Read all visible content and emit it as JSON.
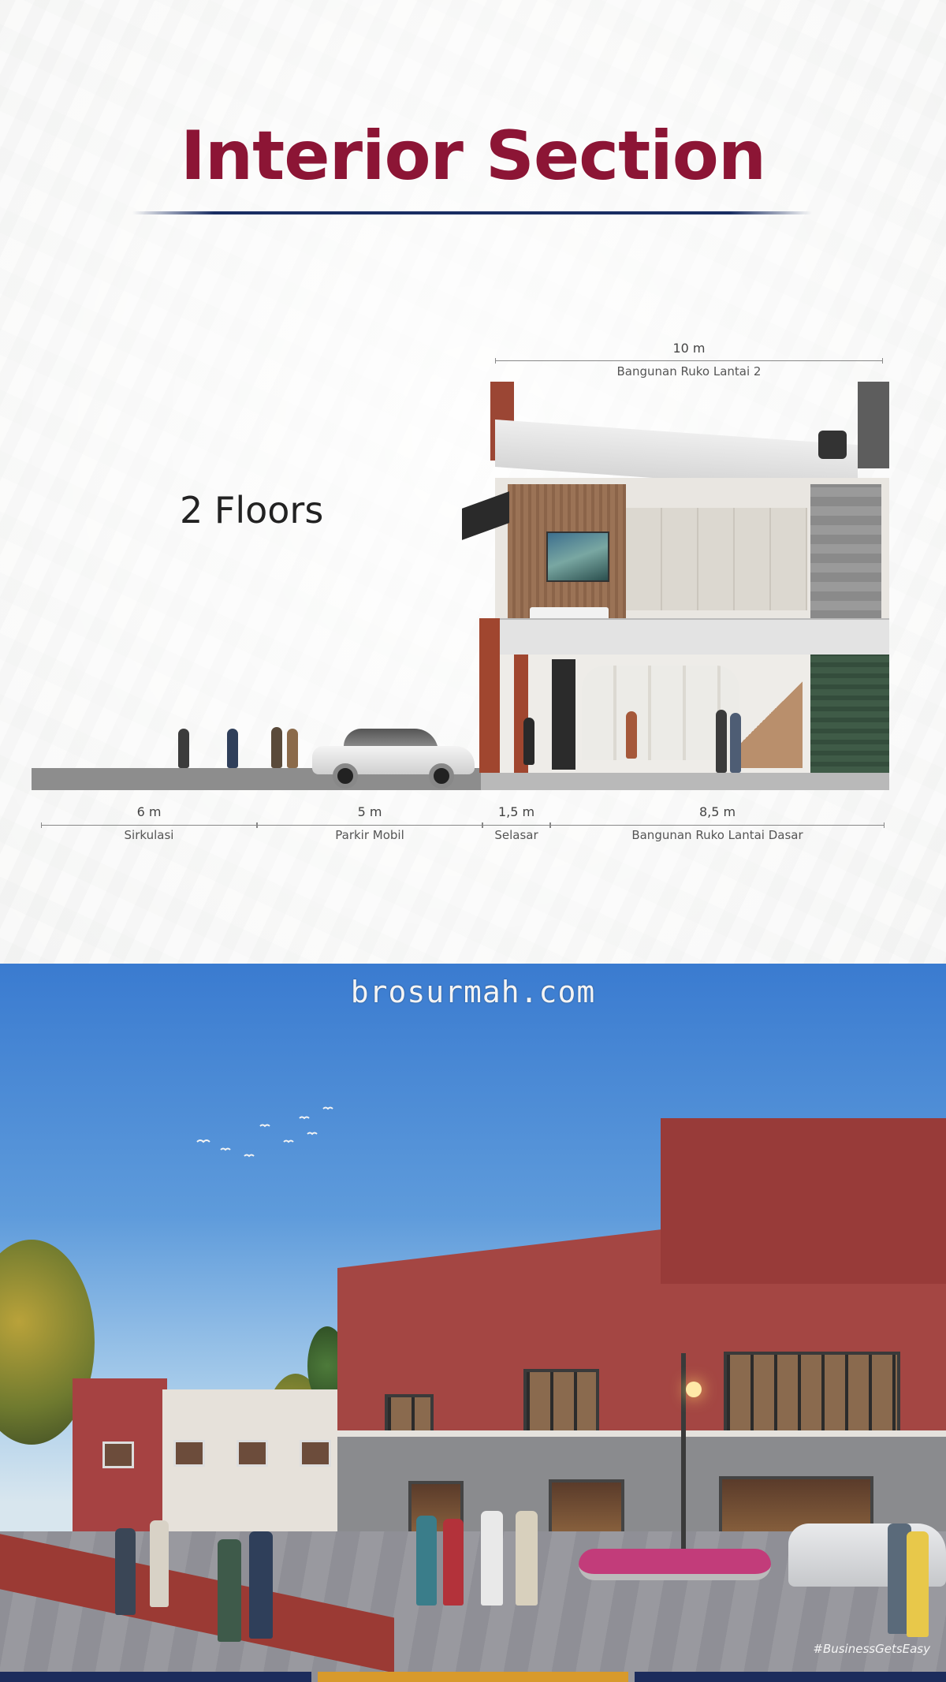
{
  "title": "Interior Section",
  "floors_label": "2 Floors",
  "dimensions": {
    "top": {
      "value": "10 m",
      "label": "Bangunan Ruko Lantai 2"
    },
    "bottom": [
      {
        "value": "6 m",
        "label": "Sirkulasi"
      },
      {
        "value": "5 m",
        "label": "Parkir Mobil"
      },
      {
        "value": "1,5 m",
        "label": "Selasar"
      },
      {
        "value": "8,5 m",
        "label": "Bangunan Ruko Lantai Dasar"
      }
    ]
  },
  "watermark": "brosurmah.com",
  "hashtag": "#BusinessGetsEasy",
  "colors": {
    "title": "#8c1535",
    "rule": "#1a2e63",
    "brick": "#a44643",
    "bar_navy": "#1c2c5c",
    "bar_gold": "#d89a2c"
  }
}
